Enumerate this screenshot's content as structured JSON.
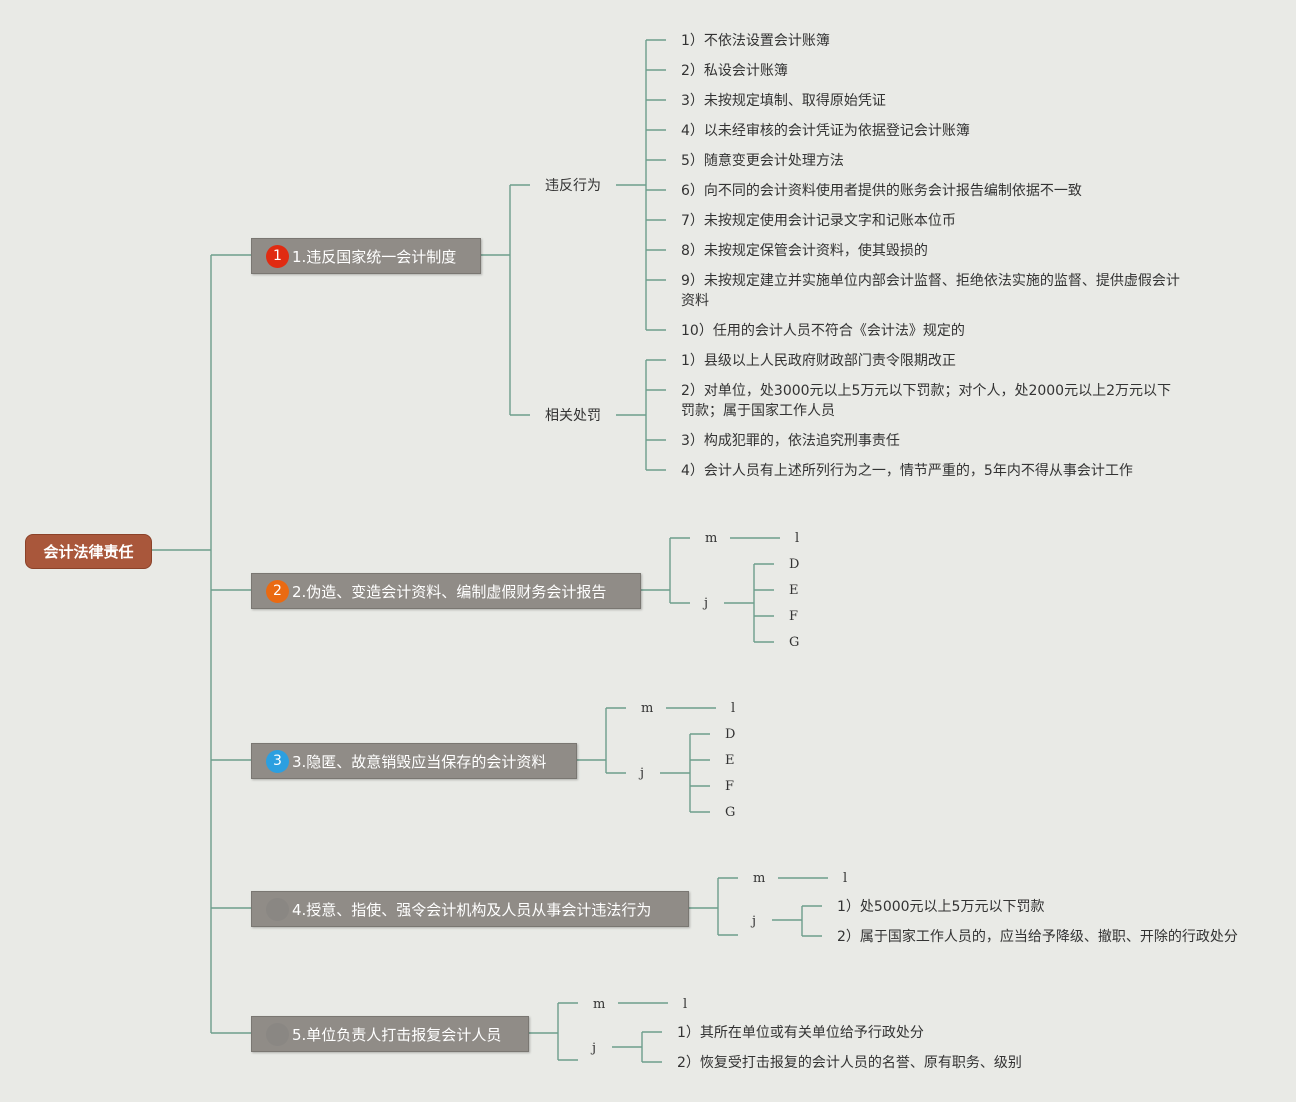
{
  "root": {
    "label": "会计法律责任"
  },
  "colors": {
    "line": "#6d9e8c",
    "root": "#a9573b",
    "branch": "#908c87",
    "badge1": "#e02b12",
    "badge2": "#ea6a12",
    "badge3": "#2c9fe0",
    "badge4": "#8a8783",
    "badge5": "#8a8783"
  },
  "branches": [
    {
      "badge": "1",
      "label": "1.违反国家统一会计制度",
      "groups": [
        {
          "label": "违反行为",
          "items": [
            "1）不依法设置会计账簿",
            "2）私设会计账簿",
            "3）未按规定填制、取得原始凭证",
            "4）以未经审核的会计凭证为依据登记会计账簿",
            "5）随意变更会计处理方法",
            "6）向不同的会计资料使用者提供的账务会计报告编制依据不一致",
            "7）未按规定使用会计记录文字和记账本位币",
            "8）未按规定保管会计资料，使其毁损的",
            "9）未按规定建立并实施单位内部会计监督、拒绝依法实施的监督、提供虚假会计资料",
            "10）任用的会计人员不符合《会计法》规定的"
          ]
        },
        {
          "label": "相关处罚",
          "items": [
            "1）县级以上人民政府财政部门责令限期改正",
            "2）对单位，处3000元以上5万元以下罚款；对个人，处2000元以上2万元以下罚款；属于国家工作人员",
            "3）构成犯罪的，依法追究刑事责任",
            "4）会计人员有上述所列行为之一，情节严重的，5年内不得从事会计工作"
          ]
        }
      ]
    },
    {
      "badge": "2",
      "label": "2.伪造、变造会计资料、编制虚假财务会计报告",
      "m": "m",
      "l": "l",
      "j": "j",
      "items": [
        "D",
        "E",
        "F",
        "G"
      ]
    },
    {
      "badge": "3",
      "label": "3.隐匿、故意销毁应当保存的会计资料",
      "m": "m",
      "l": "l",
      "j": "j",
      "items": [
        "D",
        "E",
        "F",
        "G"
      ]
    },
    {
      "badge": "",
      "label": "4.授意、指使、强令会计机构及人员从事会计违法行为",
      "m": "m",
      "l": "l",
      "j": "j",
      "items": [
        "1）处5000元以上5万元以下罚款",
        "2）属于国家工作人员的，应当给予降级、撤职、开除的行政处分"
      ]
    },
    {
      "badge": "",
      "label": "5.单位负责人打击报复会计人员",
      "m": "m",
      "l": "l",
      "j": "j",
      "items": [
        "1）其所在单位或有关单位给予行政处分",
        "2）恢复受打击报复的会计人员的名誉、原有职务、级别"
      ]
    }
  ]
}
